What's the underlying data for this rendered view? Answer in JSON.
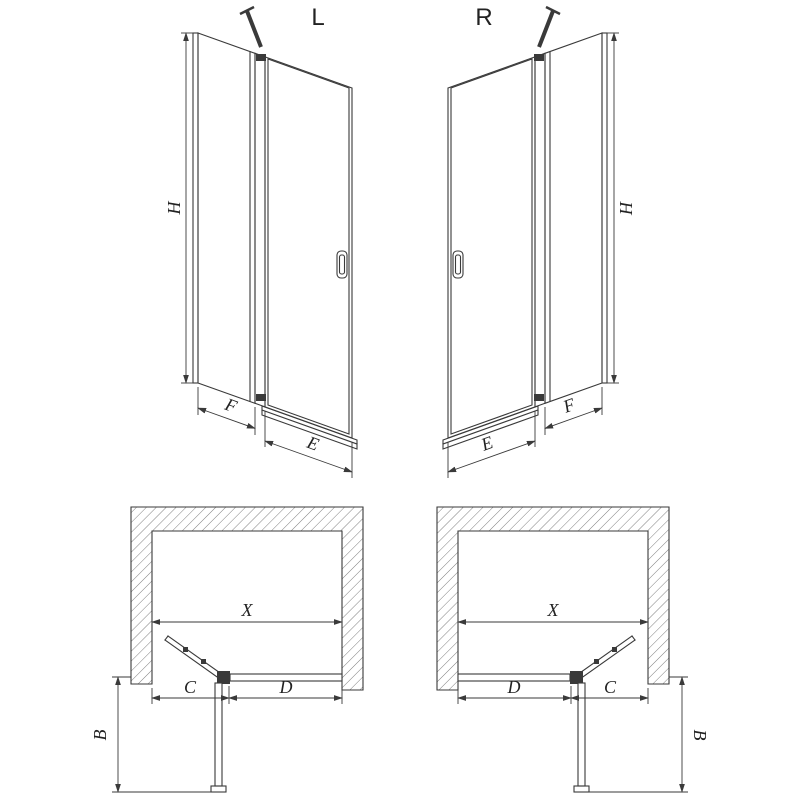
{
  "page": {
    "background": "#ffffff",
    "line_color": "#3a3a3a",
    "hatch_color": "#808080"
  },
  "front_views": {
    "left": {
      "variant_label": "L",
      "height_label": "H",
      "side_panel_label": "F",
      "door_label": "E"
    },
    "right": {
      "variant_label": "R",
      "height_label": "H",
      "side_panel_label": "F",
      "door_label": "E"
    }
  },
  "plan_views": {
    "left": {
      "opening_label": "X",
      "door_label": "C",
      "panel_label": "D",
      "depth_label": "B"
    },
    "right": {
      "opening_label": "X",
      "door_label": "C",
      "panel_label": "D",
      "depth_label": "B"
    }
  }
}
